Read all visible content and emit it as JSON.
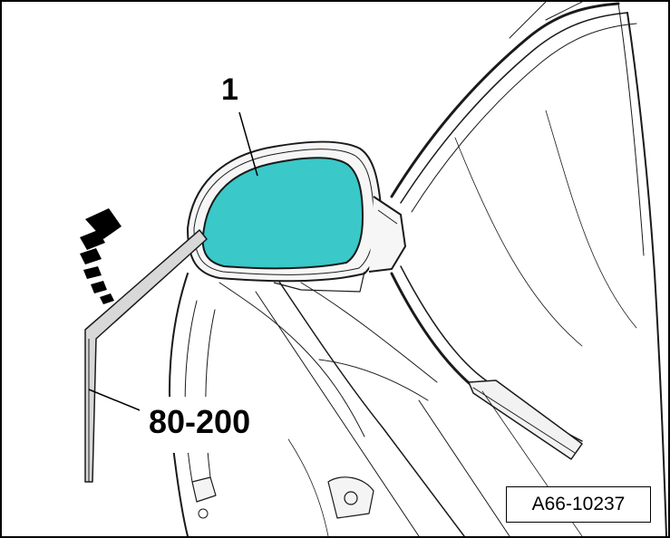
{
  "figure": {
    "callouts": {
      "part_number": "1",
      "tool_number": "80-200"
    },
    "figure_id": "A66-10237",
    "colors": {
      "highlight": "#3ac8c8",
      "tool_fill": "#d8d8d8",
      "line": "#1a1a1a",
      "background": "#ffffff"
    }
  }
}
